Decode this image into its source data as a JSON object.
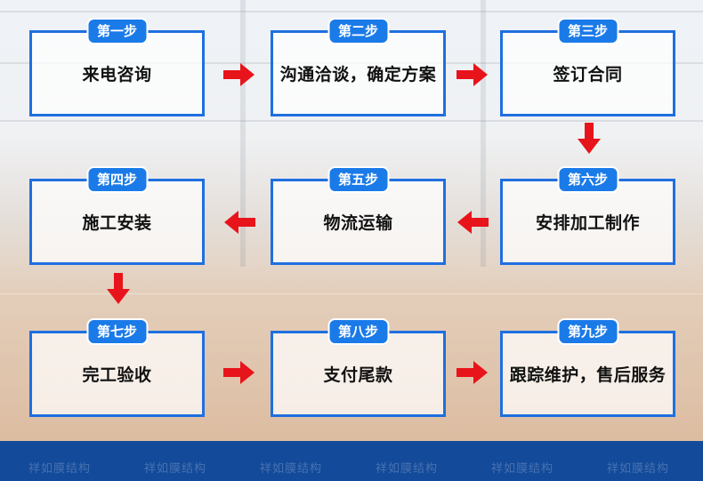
{
  "steps": [
    {
      "badge": "第一步",
      "text": "来电咨询"
    },
    {
      "badge": "第二步",
      "text": "沟通洽谈，确定方案"
    },
    {
      "badge": "第三步",
      "text": "签订合同"
    },
    {
      "badge": "第四步",
      "text": "施工安装"
    },
    {
      "badge": "第五步",
      "text": "物流运输"
    },
    {
      "badge": "第六步",
      "text": "安排加工制作"
    },
    {
      "badge": "第七步",
      "text": "完工验收"
    },
    {
      "badge": "第八步",
      "text": "支付尾款"
    },
    {
      "badge": "第九步",
      "text": "跟踪维护，售后服务"
    }
  ],
  "watermark": "祥如膜结构",
  "colors": {
    "box_border": "#1f6fe0",
    "badge": "#1a7ae8",
    "arrow": "#e8141b",
    "footer": "#134a9a"
  }
}
